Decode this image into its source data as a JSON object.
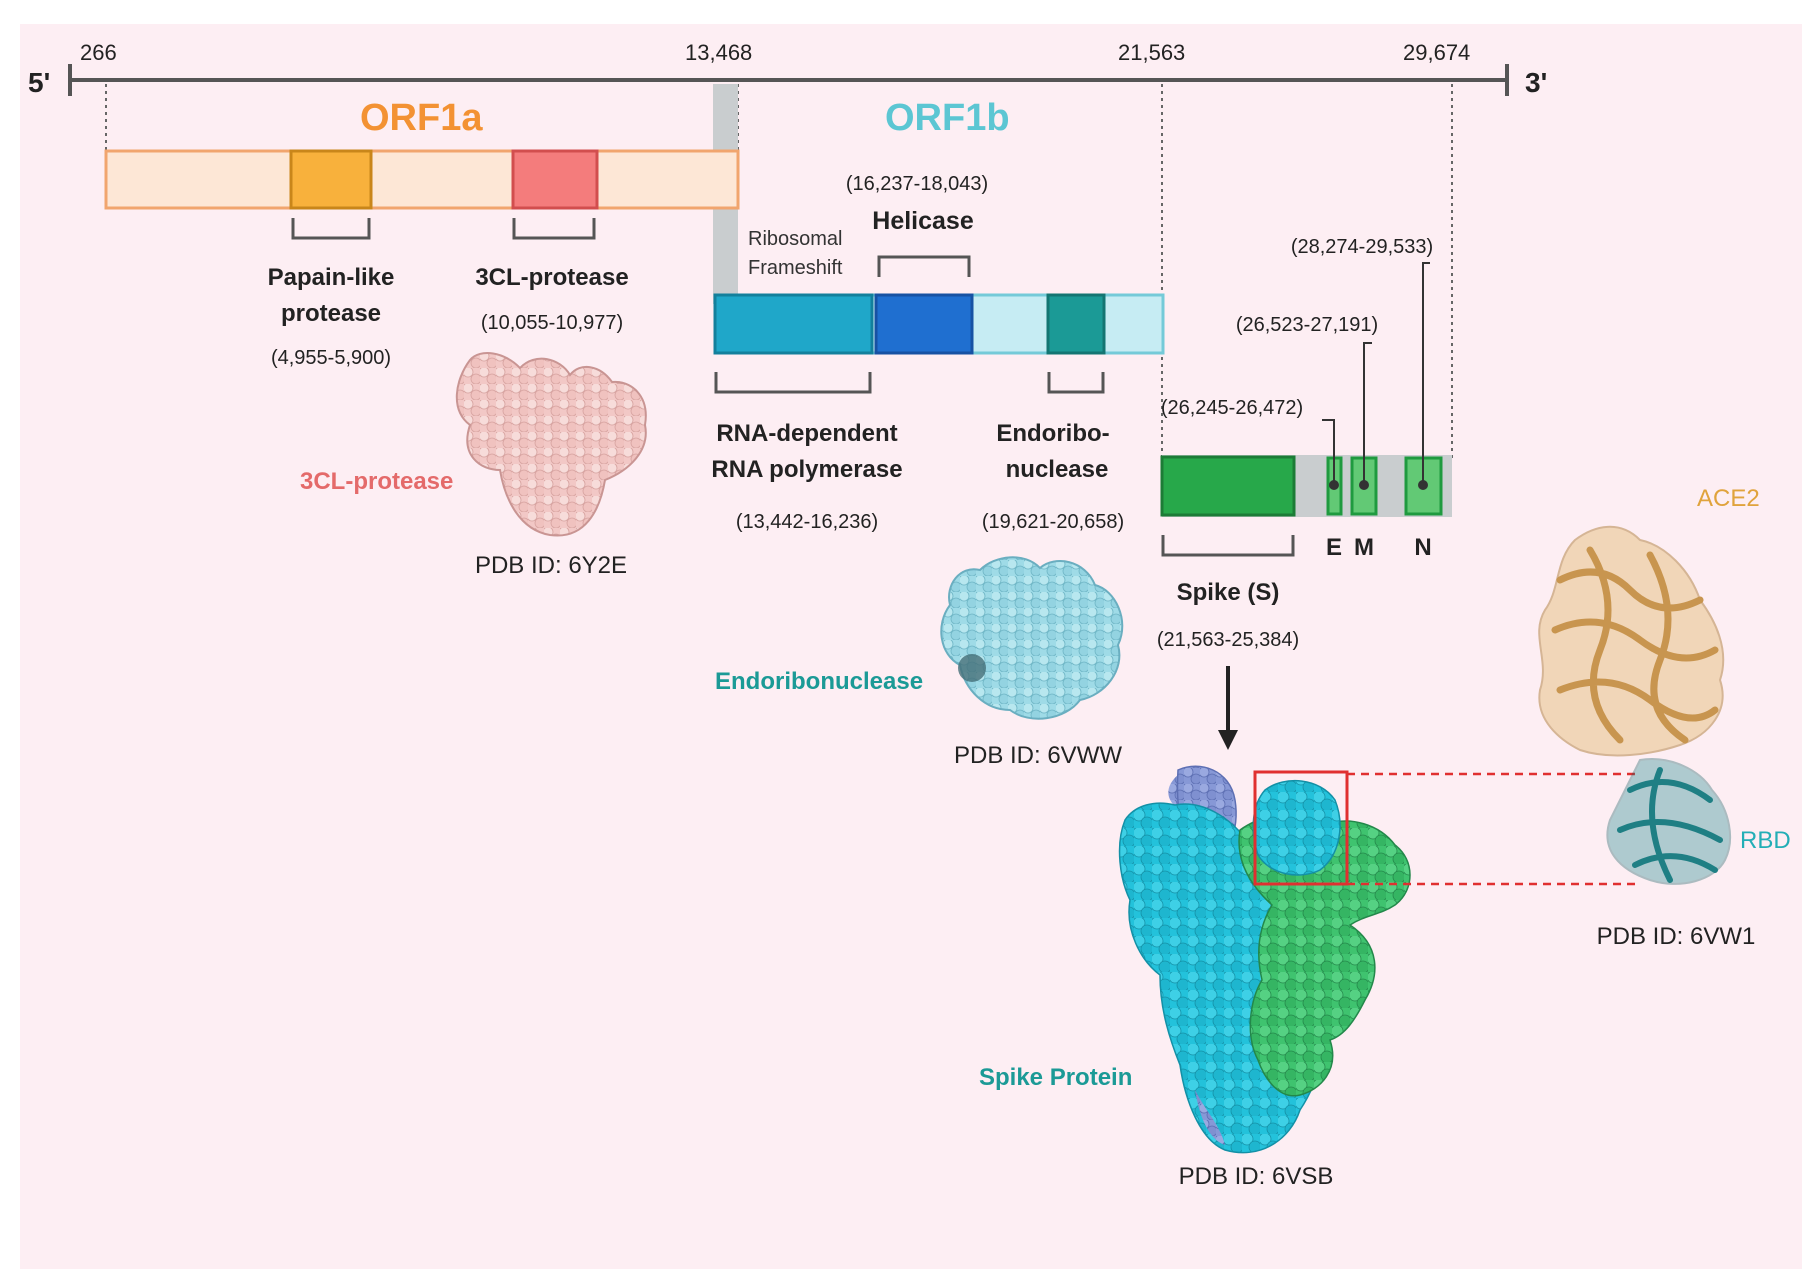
{
  "genome": {
    "five_prime": "5'",
    "three_prime": "3'",
    "ticks": [
      "266",
      "13,468",
      "21,563",
      "29,674"
    ]
  },
  "orf1a": {
    "label": "ORF1a"
  },
  "orf1b": {
    "label": "ORF1b"
  },
  "domains": {
    "papain": {
      "name_l1": "Papain-like",
      "name_l2": "protease",
      "range": "(4,955-5,900)"
    },
    "cl3": {
      "name": "3CL-protease",
      "range": "(10,055-10,977)"
    },
    "frameshift": {
      "l1": "Ribosomal",
      "l2": "Frameshift"
    },
    "helicase": {
      "name": "Helicase",
      "range": "(16,237-18,043)"
    },
    "rdrp": {
      "name_l1": "RNA-dependent",
      "name_l2": "RNA polymerase",
      "range": "(13,442-16,236)"
    },
    "endo": {
      "name_l1": "Endoribo-",
      "name_l2": "nuclease",
      "range": "(19,621-20,658)"
    },
    "spike": {
      "name": "Spike (S)",
      "range": "(21,563-25,384)"
    },
    "e": {
      "name": "E",
      "range": "(26,245-26,472)"
    },
    "m": {
      "name": "M",
      "range": "(26,523-27,191)"
    },
    "n": {
      "name": "N",
      "range": "(28,274-29,533)"
    }
  },
  "structures": {
    "cl3": {
      "label": "3CL-protease",
      "pdb": "PDB ID: 6Y2E"
    },
    "endo": {
      "label": "Endoribonuclease",
      "pdb": "PDB ID: 6VWW"
    },
    "spike": {
      "label": "Spike Protein",
      "pdb": "PDB ID: 6VSB"
    },
    "ace2": {
      "label": "ACE2",
      "rbd_label": "RBD",
      "pdb": "PDB ID: 6VW1"
    }
  },
  "colors": {
    "background": "#fdeef3",
    "orf1a": "#f39233",
    "orf1b": "#5cc6d3",
    "papain": "#f8b13c",
    "cl3": "#f47c7c",
    "rdrp": "#1fa7c9",
    "helicase": "#1f6fd0",
    "endo": "#1b9a96",
    "spike_gene": "#27a84a",
    "cl3_structure": "#f2c8c6",
    "endo_structure": "#9fdbe7",
    "spike_cyan": "#23c2db",
    "spike_green": "#3fc36f",
    "spike_blue": "#8798d6",
    "ace2": "#e9c389",
    "rbd": "#1f8a8e",
    "highlight": "#e03030"
  }
}
